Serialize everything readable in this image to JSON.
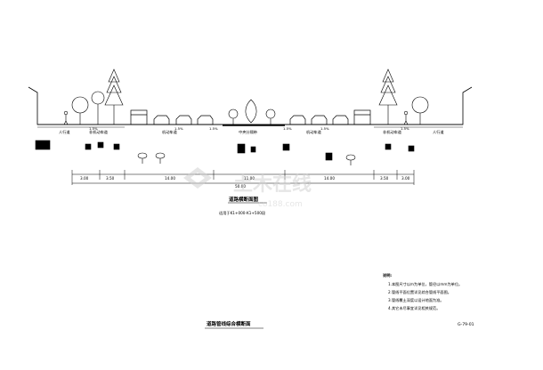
{
  "drawing": {
    "title": "道路管线综合横断面",
    "sheet_no": "G-79-01",
    "section_label": "道路横断面图",
    "section_sub": "适用于K1+000-K1+500段",
    "total_width": "50.00",
    "dims": [
      "3.00",
      "3.50",
      "14.00",
      "11.00",
      "14.00",
      "3.50",
      "3.00"
    ],
    "lane_labels": {
      "left_walk": "人行道",
      "left_bike": "非机动车道",
      "left_motor": "机动车道",
      "median": "中央分隔带",
      "right_motor": "机动车道",
      "right_bike": "非机动车道",
      "right_walk": "人行道"
    },
    "slope_labels": [
      "1.5%",
      "1.5%",
      "1.5%",
      "1.5%",
      "1.5%",
      "1.5%"
    ],
    "notes_title": "说明:",
    "notes": [
      "1.本图尺寸以m为单位，管径以mm为单位。",
      "2.管线平面位置详见综合管线平面图。",
      "3.管线覆土深度以设计地面为准。",
      "4.其它未尽事宜详见相关规范。"
    ]
  },
  "watermark": {
    "cn": "土木在线",
    "url": "co188.com"
  },
  "colors": {
    "line": "#000000",
    "watermark": "#d8d8d8"
  }
}
